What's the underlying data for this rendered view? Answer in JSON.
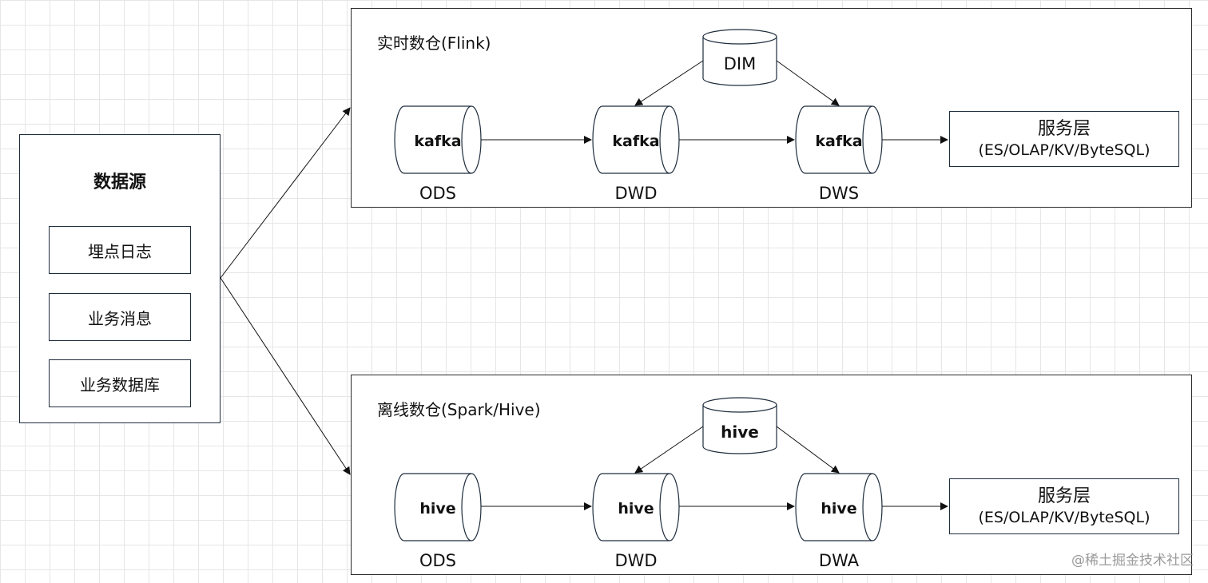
{
  "source": {
    "title": "数据源",
    "items": [
      "埋点日志",
      "业务消息",
      "业务数据库"
    ]
  },
  "realtime": {
    "title": "实时数仓(Flink)",
    "dim_label": "DIM",
    "stores": [
      {
        "text": "kafka",
        "label": "ODS"
      },
      {
        "text": "kafka",
        "label": "DWD"
      },
      {
        "text": "kafka",
        "label": "DWS"
      }
    ],
    "service_title": "服务层",
    "service_sub": "(ES/OLAP/KV/ByteSQL)"
  },
  "offline": {
    "title": "离线数仓(Spark/Hive)",
    "dim_label": "hive",
    "stores": [
      {
        "text": "hive",
        "label": "ODS"
      },
      {
        "text": "hive",
        "label": "DWD"
      },
      {
        "text": "hive",
        "label": "DWA"
      }
    ],
    "service_title": "服务层",
    "service_sub": "(ES/OLAP/KV/ByteSQL)"
  },
  "watermark": "@稀土掘金技术社区"
}
